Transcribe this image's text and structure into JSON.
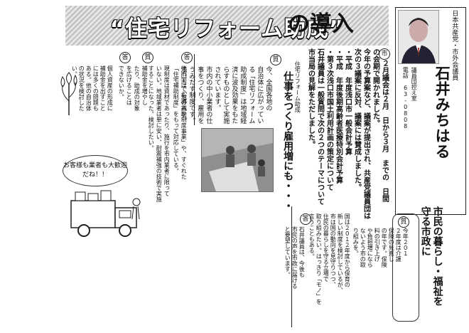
{
  "title": {
    "main": "“住宅リフォーム助成”",
    "tail": "の導入"
  },
  "profile": {
    "affiliation": "日本共産党・市外会議員",
    "name": "石井みちはる",
    "office": "議員団控え室",
    "phone": "電話 63-0808"
  },
  "intro": {
    "badge": "市",
    "text": [
      "２月議会は２月　日から３月　までの　日間",
      "の会期で開かれました。",
      "今年の予算案など、議案が提出され、共産党議員団は",
      "次の３議案に反対、議案には賛成しました。",
      "・平成　年度浅口市一般会計予算",
      "・平成　年度後期高齢者医療特別会計予算",
      "・第３次浅口市国土利用計画の策定について",
      "石井議員は一般質問で次の２つのテーマについて",
      "市当局の見解をただしました。"
    ]
  },
  "section1": {
    "header_small": "住宅リフォーム助成",
    "header": "仕事をつくり雇用増にも・・・",
    "question_badge": "質",
    "question": [
      "今、全国各地の",
      "自治体に広がってい",
      "る「住宅リフォーム",
      "助成制度」は地域経",
      "済に波及効果をもた",
      "らすものとして実施",
      "されています。",
      "市内の中小業者の仕",
      "事をつくり、雇用を",
      "うみだす制度です。",
      "浅口市でも導入を。"
    ],
    "answer_badge": "答",
    "answer": [
      "他市では「他の補助制度事業」や、すぐれた",
      "「住宅補助制度」をもって対応している。",
      "現制度は資材であったり、施行を市内業者に限って",
      "いない。地域業者は単に安い、耐震補強の技術で実施",
      "することになった。検討したい。"
    ]
  },
  "section2": {
    "question_badge": "質",
    "question": [
      "補助金を増やし",
      "たり、助成の対象",
      "を広げることは",
      "できないか。"
    ],
    "answer_badge": "答",
    "answer": [
      "個人資産の形成に",
      "補助金を出すこと",
      "には多くの問題も",
      "ある。他の自治体",
      "の状況を検討した",
      "い。"
    ],
    "speech": "お客様も業者も大歓迎だね！！"
  },
  "section3": {
    "header": "市民の暮らし・福祉を守る市政に",
    "question_badge": "質",
    "question": [
      "今年２０１",
      "２年度は介護",
      "保険の見直し",
      "の年です。保険",
      "料の引き上げ",
      "や負担増になら",
      "ないよう市の取",
      "り組みを。"
    ],
    "answer_badge": "答",
    "answer": [
      "国は２０１２年度から保育の",
      "新しい制度を検討しているが、",
      "市は国の動向を見守りつつ、",
      "住民の暮らしを守る立場で",
      "取り組みたい。はっきり「モノ」を",
      "言うこともある。"
    ],
    "closing": [
      "石井議員は、今後も",
      "市民の声を市政に届ける",
      "と要望しています。"
    ]
  },
  "colors": {
    "accent": "#111111",
    "band": "#bdbdbd"
  },
  "icons": [
    "face-photo",
    "construction-photo",
    "truck-illustration",
    "flower-illustration"
  ]
}
